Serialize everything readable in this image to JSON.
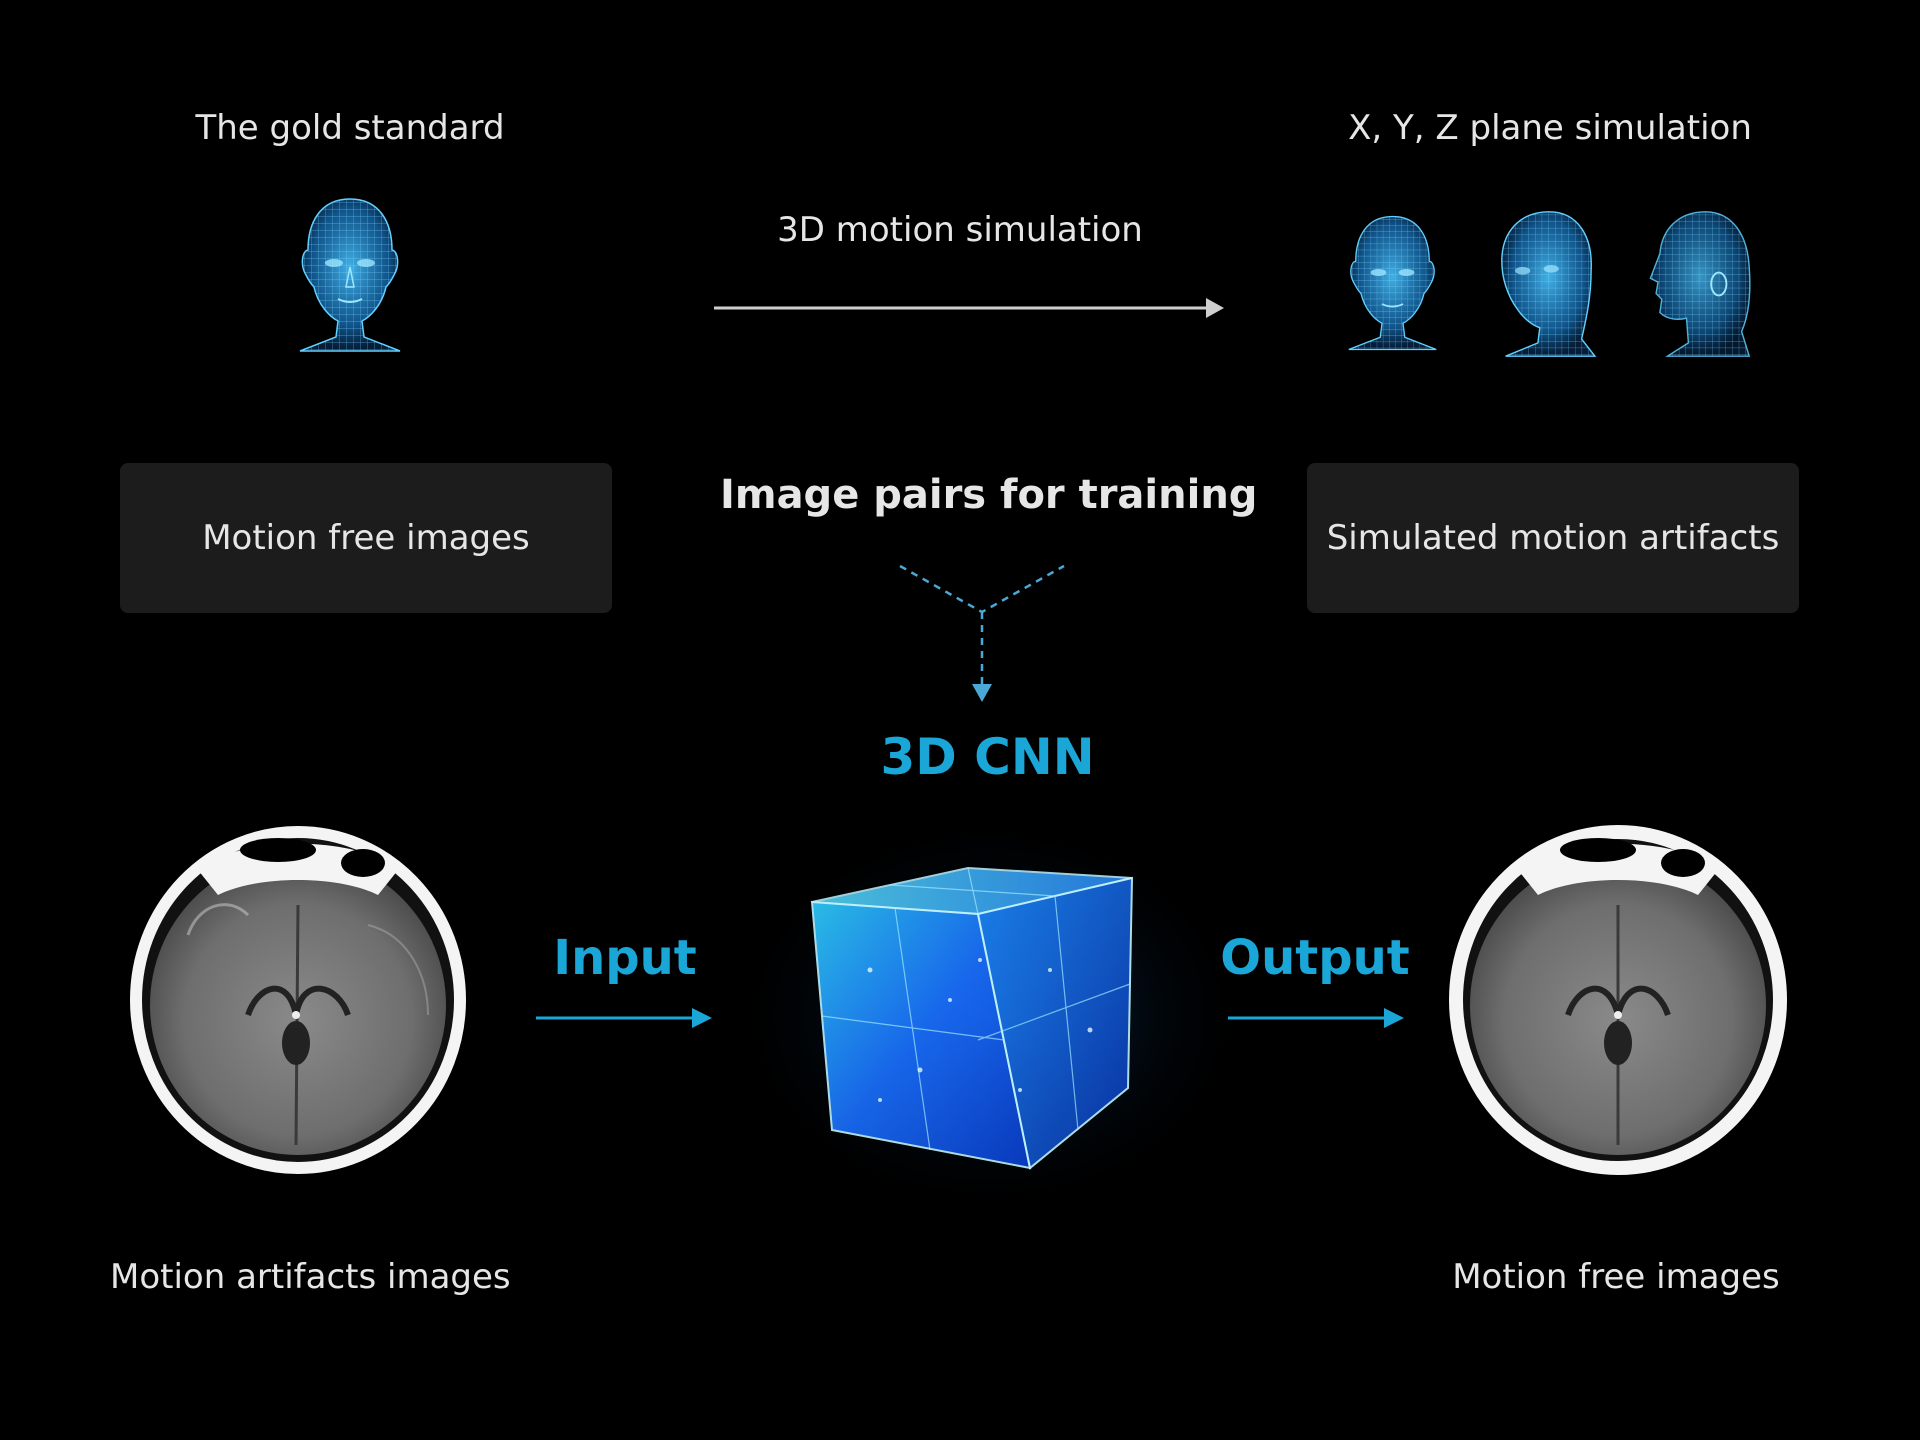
{
  "top": {
    "gold_standard_label": "The gold standard",
    "xyz_label": "X, Y, Z plane simulation",
    "motion_sim_label": "3D motion simulation"
  },
  "middle": {
    "motion_free_box": "Motion free images",
    "image_pairs_label": "Image pairs for training",
    "simulated_box": "Simulated motion artifacts"
  },
  "bottom": {
    "cnn_label": "3D CNN",
    "input_label": "Input",
    "output_label": "Output",
    "artifacts_caption": "Motion artifacts images",
    "free_caption": "Motion free images"
  },
  "colors": {
    "accent": "#1ba6d8",
    "wireframe": "#2aa9ea",
    "box_bg": "#1c1c1c",
    "text": "#e6e6e6"
  }
}
